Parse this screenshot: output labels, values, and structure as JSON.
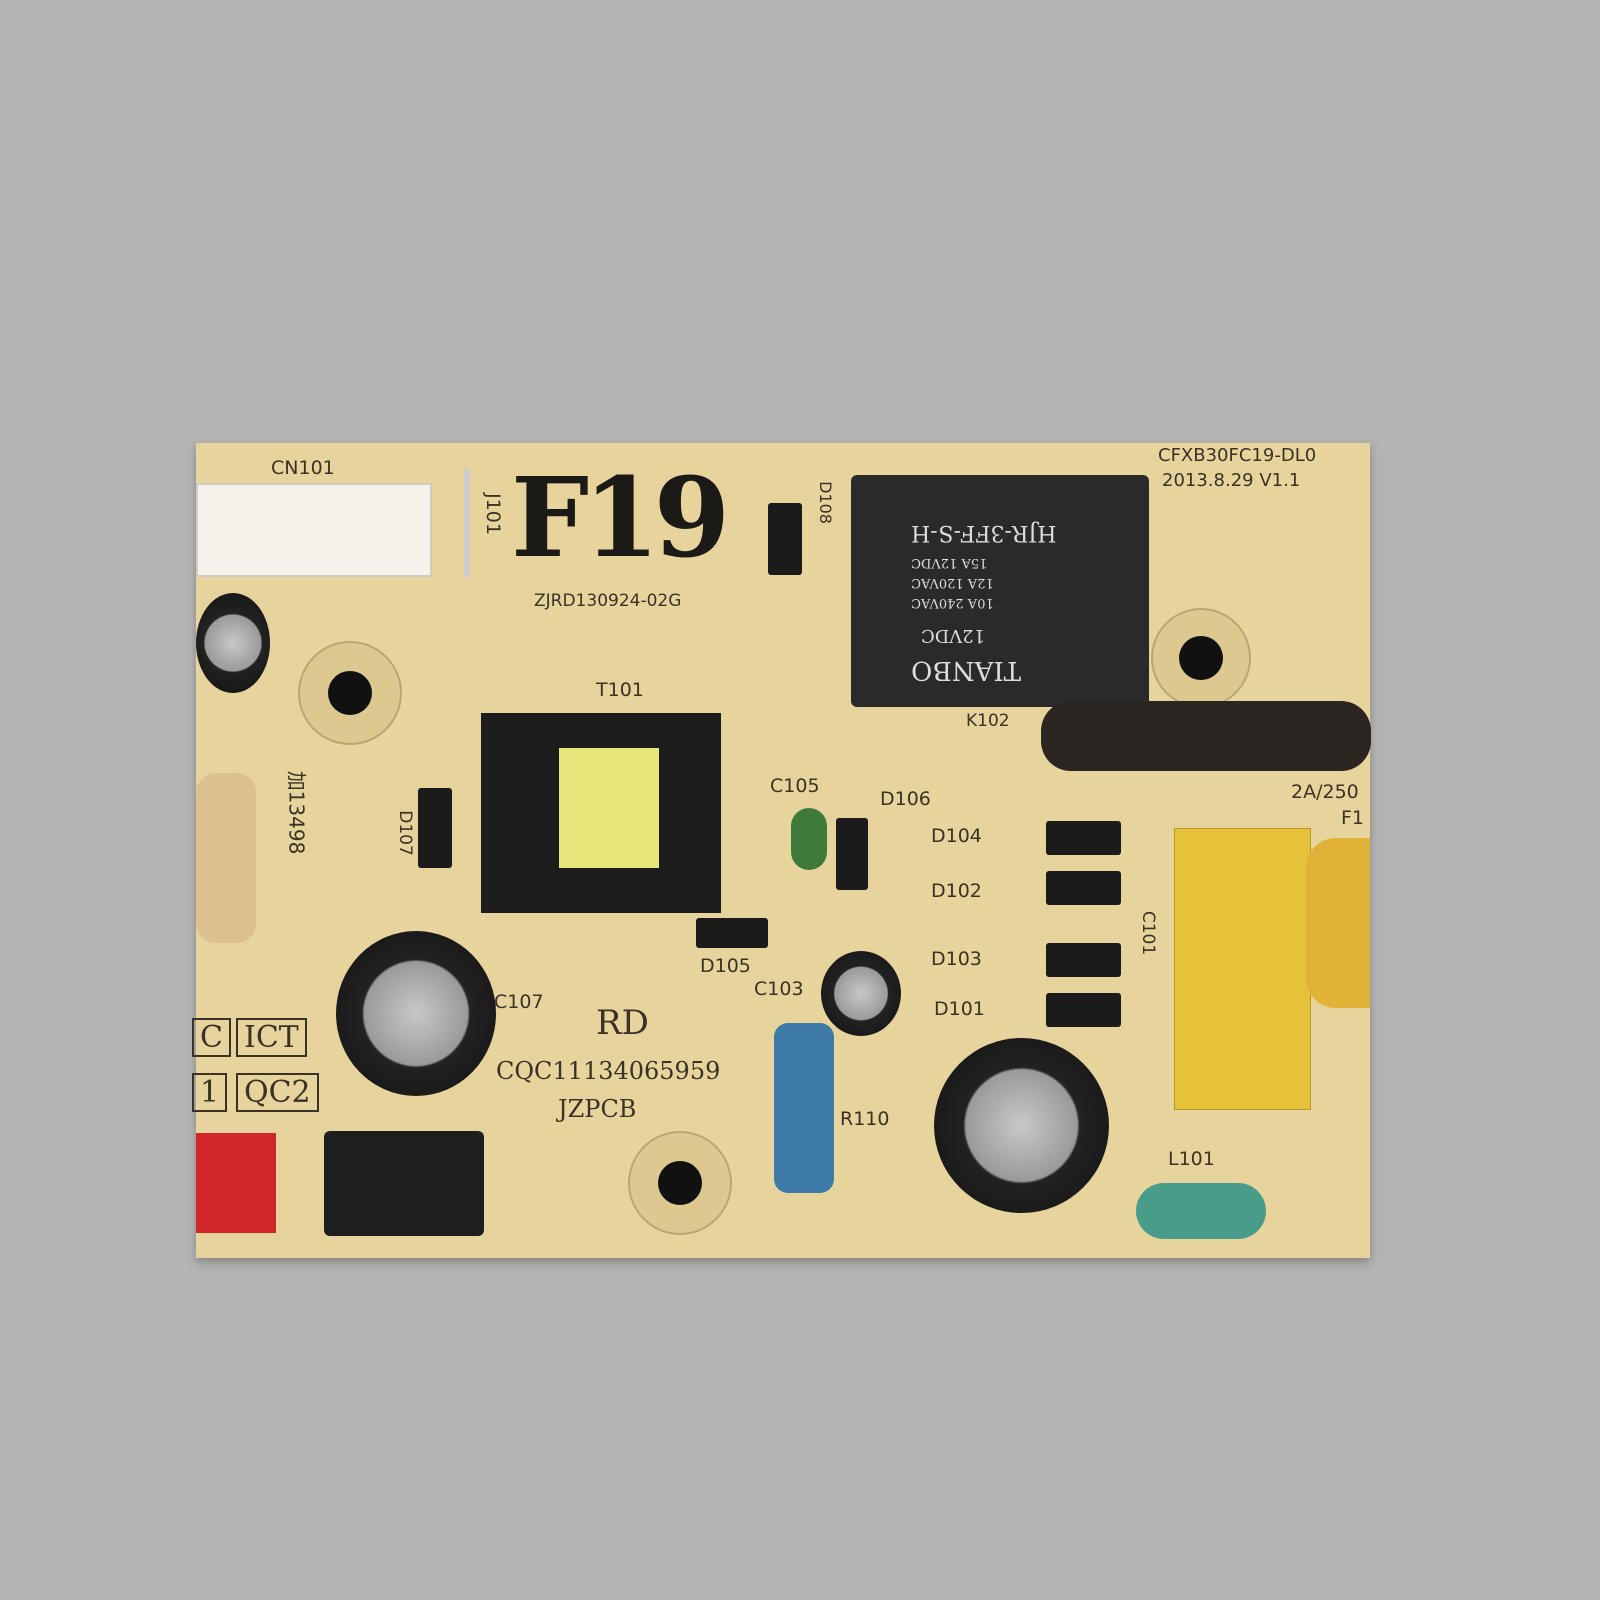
{
  "board": {
    "title_mark": "F19",
    "part_code": "ZJRD130924-02G",
    "model": "CFXB30FC19-DL0",
    "date_version": "2013.8.29  V1.1",
    "handwritten": "加13498",
    "rd": "RD",
    "cqc": "CQC11134065959",
    "maker": "JZPCB",
    "boxes": [
      "C",
      "ICT",
      "1",
      "QC2"
    ],
    "fuse_rating": "2A/250",
    "colors": {
      "board": "#e7d49c",
      "background": "#b3b3b1",
      "silkscreen": "#3a3226"
    }
  },
  "labels": {
    "cn101": "CN101",
    "j101": "J101",
    "d108": "D108",
    "k102": "K102",
    "t101": "T101",
    "d107": "D107",
    "c105": "C105",
    "d106": "D106",
    "d104": "D104",
    "d102": "D102",
    "d103": "D103",
    "d101": "D101",
    "d105": "D105",
    "c103": "C103",
    "c107": "C107",
    "r110": "R110",
    "l101": "L101",
    "c101": "C101",
    "f1": "F1"
  },
  "relay": {
    "brand": "TIANBO",
    "model": "HJR-3FF-S-H",
    "coil": "12VDC",
    "ratings": [
      "15A 12VDC",
      "12A 120VAC",
      "10A 240VAC"
    ]
  }
}
